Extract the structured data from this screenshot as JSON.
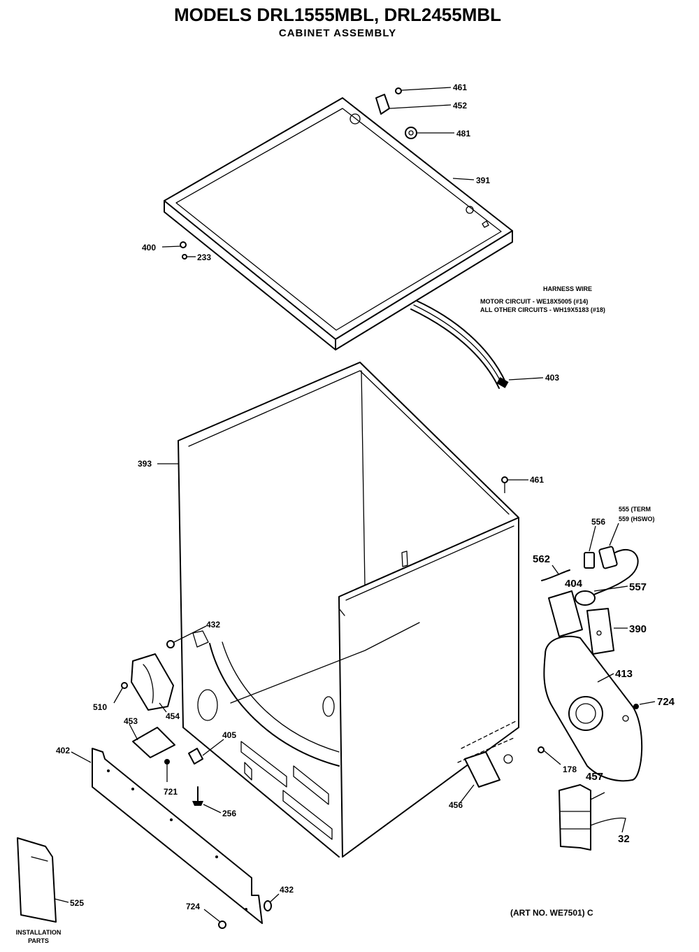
{
  "title": "MODELS DRL1555MBL, DRL2455MBL",
  "subtitle": "CABINET ASSEMBLY",
  "harness_note": {
    "heading": "HARNESS WIRE",
    "line1": "MOTOR CIRCUIT - WE18X5005 (#14)",
    "line2": "ALL OTHER CIRCUITS - WH19X5183 (#18)"
  },
  "terminal_note": {
    "line1": "555 (TERM",
    "line2": "559 (HSWO)"
  },
  "installation_label": {
    "line1": "INSTALLATION",
    "line2": "PARTS"
  },
  "art_number": "(ART NO. WE7501) C",
  "part_labels": {
    "p461_top": "461",
    "p452": "452",
    "p481": "481",
    "p391": "391",
    "p400": "400",
    "p233": "233",
    "p403": "403",
    "p393": "393",
    "p461_side": "461",
    "p556": "556",
    "p562": "562",
    "p404": "404",
    "p557": "557",
    "p390": "390",
    "p413": "413",
    "p724_right": "724",
    "p432_upper": "432",
    "p510": "510",
    "p454": "454",
    "p453": "453",
    "p405": "405",
    "p402": "402",
    "p721": "721",
    "p256": "256",
    "p456": "456",
    "p178": "178",
    "p457": "457",
    "p32": "32",
    "p525": "525",
    "p724_bottom": "724",
    "p432_lower": "432"
  }
}
